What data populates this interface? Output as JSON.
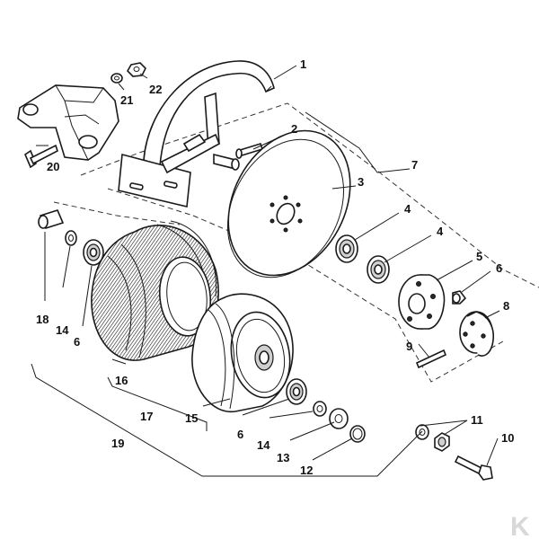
{
  "diagram": {
    "type": "exploded-parts-diagram",
    "part_numbers": [
      {
        "id": "1",
        "label": "1"
      },
      {
        "id": "2",
        "label": "2"
      },
      {
        "id": "3",
        "label": "3"
      },
      {
        "id": "4a",
        "label": "4"
      },
      {
        "id": "4b",
        "label": "4"
      },
      {
        "id": "5",
        "label": "5"
      },
      {
        "id": "6a",
        "label": "6"
      },
      {
        "id": "7",
        "label": "7"
      },
      {
        "id": "8",
        "label": "8"
      },
      {
        "id": "9",
        "label": "9"
      },
      {
        "id": "10",
        "label": "10"
      },
      {
        "id": "11",
        "label": "11"
      },
      {
        "id": "12",
        "label": "12"
      },
      {
        "id": "13",
        "label": "13"
      },
      {
        "id": "14a",
        "label": "14"
      },
      {
        "id": "15",
        "label": "15"
      },
      {
        "id": "16",
        "label": "16"
      },
      {
        "id": "17",
        "label": "17"
      },
      {
        "id": "18",
        "label": "18"
      },
      {
        "id": "14b",
        "label": "14"
      },
      {
        "id": "6b",
        "label": "6"
      },
      {
        "id": "6c",
        "label": "6"
      },
      {
        "id": "19",
        "label": "19"
      },
      {
        "id": "20",
        "label": "20"
      },
      {
        "id": "21",
        "label": "21"
      },
      {
        "id": "22",
        "label": "22"
      }
    ],
    "logo": "K",
    "colors": {
      "ink": "#1a1a1a",
      "background": "#ffffff",
      "logo": "#d8d8d8"
    }
  }
}
